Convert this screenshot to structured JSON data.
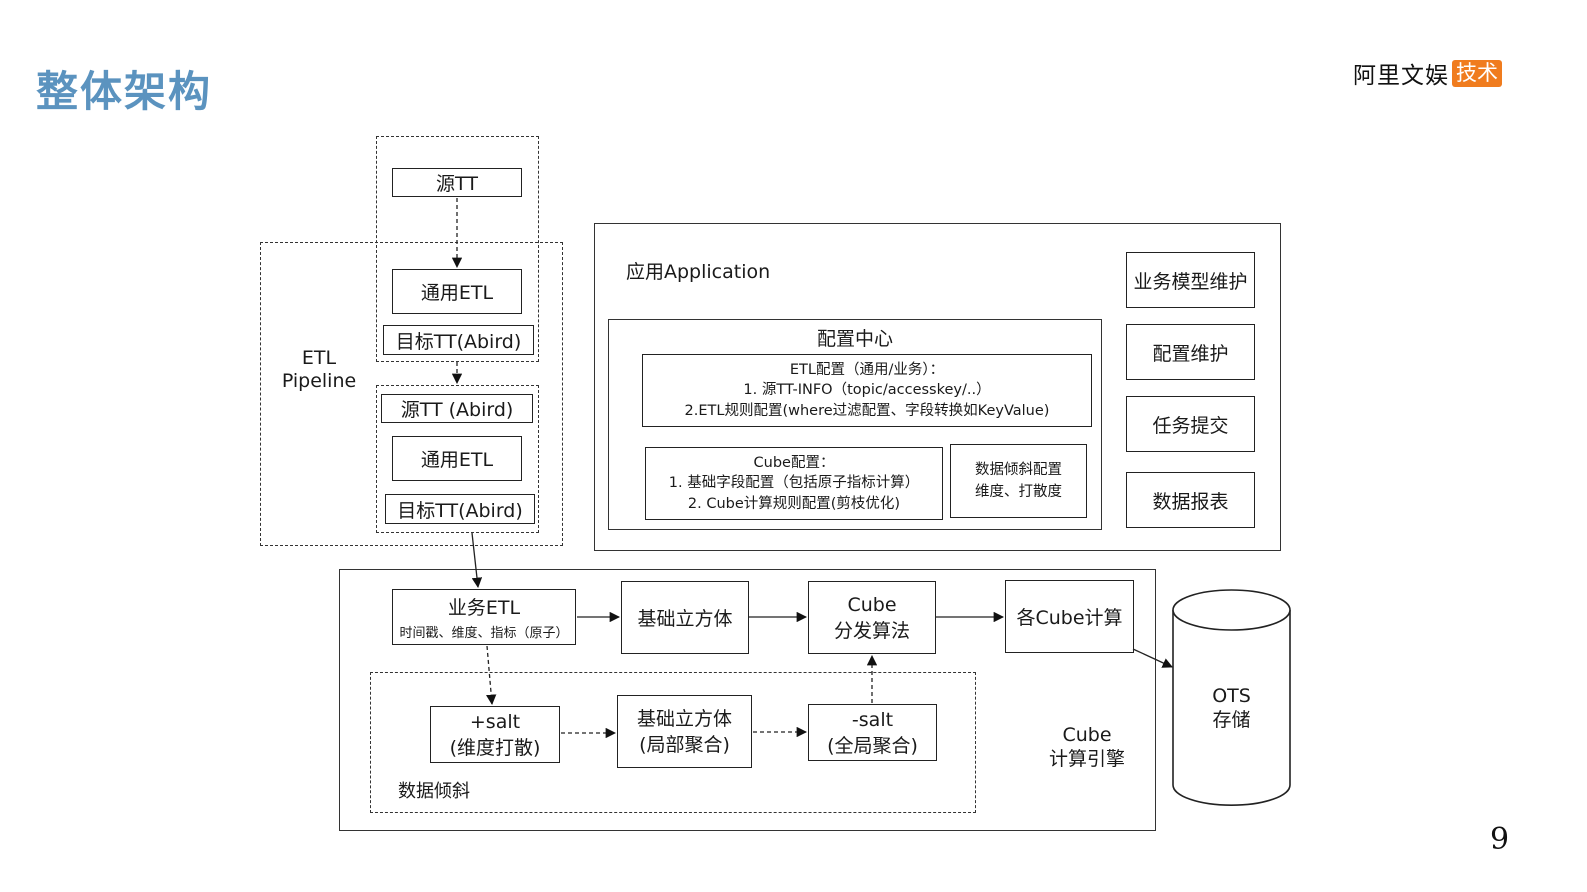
{
  "header": {
    "title": "整体架构",
    "logo_main": "阿里文娱",
    "logo_accent": "技术",
    "page_number": "9"
  },
  "etl_pipeline": {
    "label_line1": "ETL",
    "label_line2": "Pipeline",
    "source_tt": "源TT",
    "generic_etl_1": "通用ETL",
    "target_tt_1": "目标TT(Abird)",
    "source_tt_abird": "源TT (Abird)",
    "generic_etl_2": "通用ETL",
    "target_tt_2": "目标TT(Abird)"
  },
  "application": {
    "title": "应用Application",
    "config_center": {
      "title": "配置中心",
      "etl_config": {
        "line1": "ETL配置（通用/业务）：",
        "line2": "1. 源TT-INFO（topic/accesskey/..）",
        "line3": "2.ETL规则配置(where过滤配置、字段转换如KeyValue)"
      },
      "cube_config": {
        "line1": "Cube配置：",
        "line2": "1. 基础字段配置（包括原子指标计算）",
        "line3": "2. Cube计算规则配置(剪枝优化)"
      },
      "skew_config": {
        "line1": "数据倾斜配置",
        "line2": "维度、打散度"
      }
    },
    "side_buttons": [
      "业务模型维护",
      "配置维护",
      "任务提交",
      "数据报表"
    ]
  },
  "cube_engine": {
    "label_line1": "Cube",
    "label_line2": "计算引擎",
    "business_etl": {
      "title": "业务ETL",
      "subtitle": "时间戳、维度、指标（原子）"
    },
    "base_cube": "基础立方体",
    "cube_split": {
      "line1": "Cube",
      "line2": "分发算法"
    },
    "each_cube": "各Cube计算",
    "data_skew": {
      "label": "数据倾斜",
      "salt_plus": {
        "line1": "+salt",
        "line2": "(维度打散)"
      },
      "base_cube_partial": {
        "line1": "基础立方体",
        "line2": "(局部聚合)"
      },
      "salt_minus": {
        "line1": "-salt",
        "line2": "(全局聚合)"
      }
    }
  },
  "storage": {
    "line1": "OTS",
    "line2": "存储"
  }
}
